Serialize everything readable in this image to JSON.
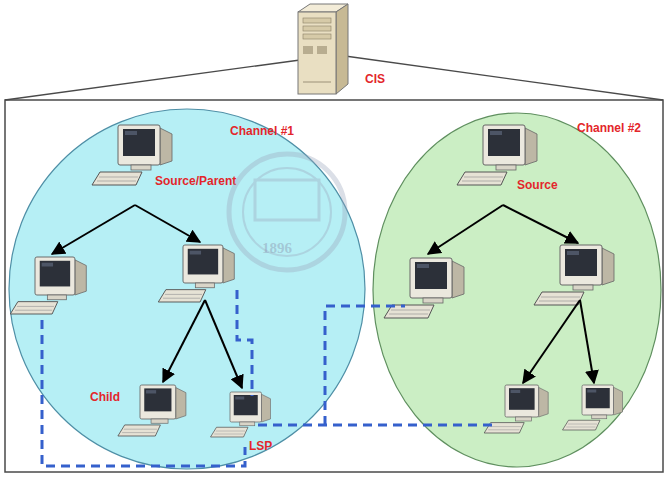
{
  "diagram": {
    "nodes": [
      {
        "text": [
          "CIS"
        ]
      },
      {
        "text": [
          "Channel #1"
        ]
      },
      {
        "text": [
          "Source/Parent"
        ],
        "in": 1
      },
      {
        "text": [
          "Child"
        ],
        "in": 1
      },
      {
        "text": [
          "LSP"
        ],
        "in": 1
      },
      {
        "text": [
          "Channel #2"
        ]
      },
      {
        "text": [
          "Source"
        ],
        "in": 5
      }
    ],
    "labels": [
      "1896"
    ]
  }
}
